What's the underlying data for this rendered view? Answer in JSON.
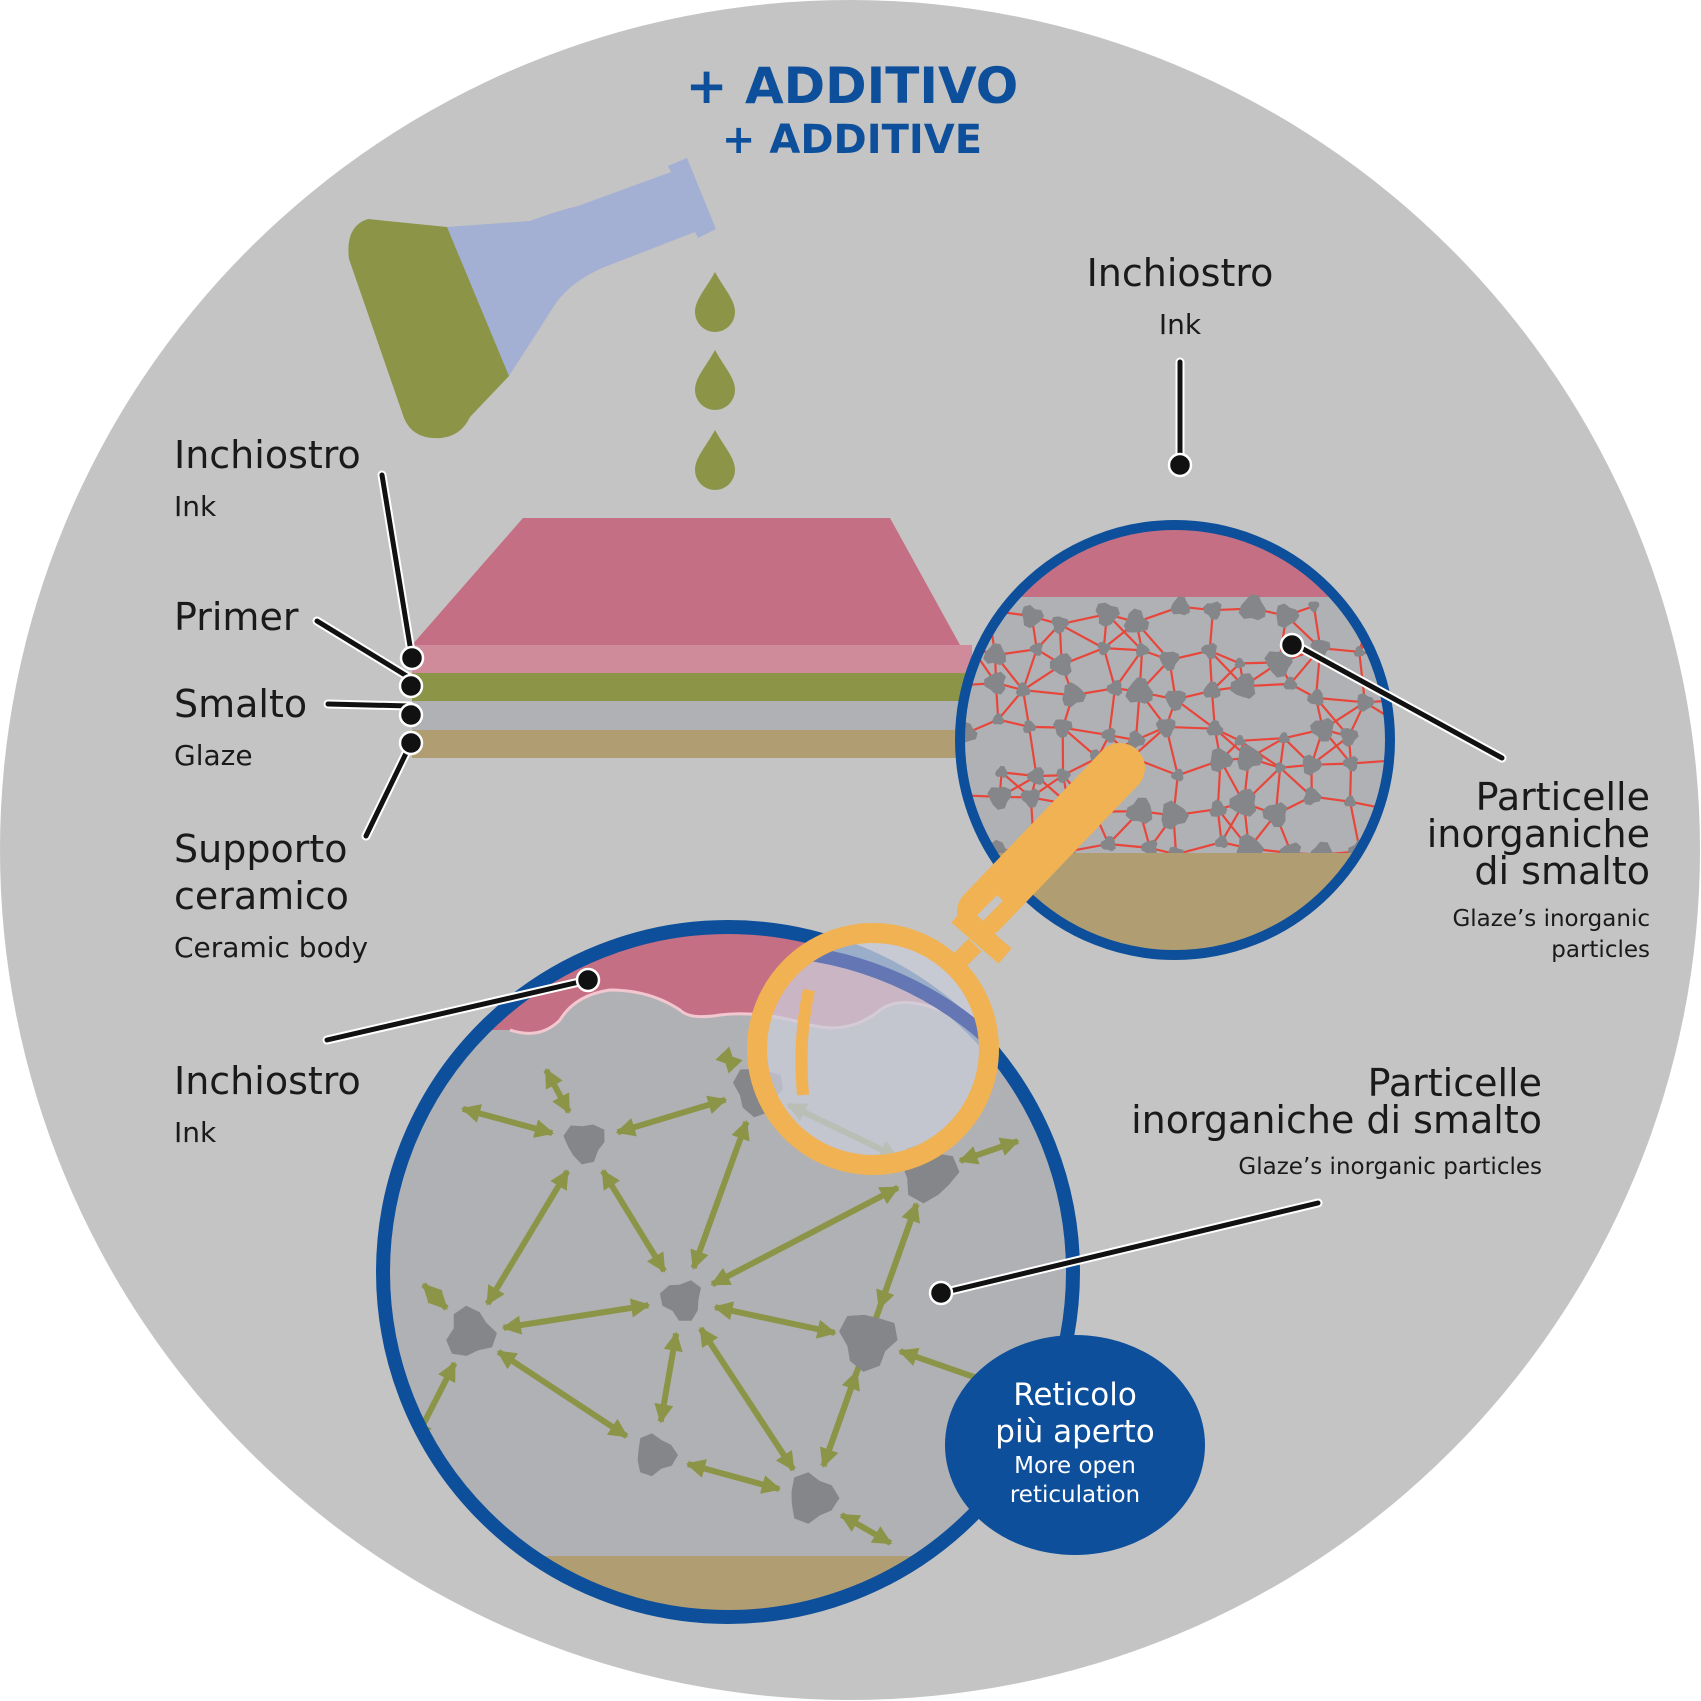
{
  "title": {
    "it": "+ ADDITIVO",
    "en": "+ ADDITIVE"
  },
  "colors": {
    "background": "#c4c4c4",
    "title_blue": "#0d4f9b",
    "ink_pink": "#c56f84",
    "primer_pink": "#d08b9b",
    "glaze_olive": "#8c9447",
    "glaze_grey": "#b0b1b5",
    "ceramic_tan": "#b09e72",
    "flask_lavender": "#a3b0d4",
    "network_red": "#e8463a",
    "particle_grey": "#85868a",
    "magnifier_orange": "#f0b252",
    "callout_black": "#111111"
  },
  "layer_labels": {
    "ink": {
      "it": "Inchiostro",
      "en": "Ink"
    },
    "primer": {
      "it": "Primer"
    },
    "glaze": {
      "it": "Smalto",
      "en": "Glaze"
    },
    "ceramic": {
      "it_line1": "Supporto",
      "it_line2": "ceramico",
      "en": "Ceramic body"
    }
  },
  "upper_zoom": {
    "ink_label": {
      "it": "Inchiostro",
      "en": "Ink"
    },
    "particles_label": {
      "it_line1": "Particelle",
      "it_line2": "inorganiche",
      "it_line3": "di smalto",
      "en_line1": "Glaze’s inorganic",
      "en_line2": "particles"
    }
  },
  "lower_zoom": {
    "ink_label": {
      "it": "Inchiostro",
      "en": "Ink"
    },
    "particles_label": {
      "it_line1": "Particelle",
      "it_line2": "inorganiche di smalto",
      "en": "Glaze’s inorganic particles"
    },
    "badge": {
      "it_line1": "Reticolo",
      "it_line2": "più aperto",
      "en_line1": "More open",
      "en_line2": "reticulation"
    }
  }
}
